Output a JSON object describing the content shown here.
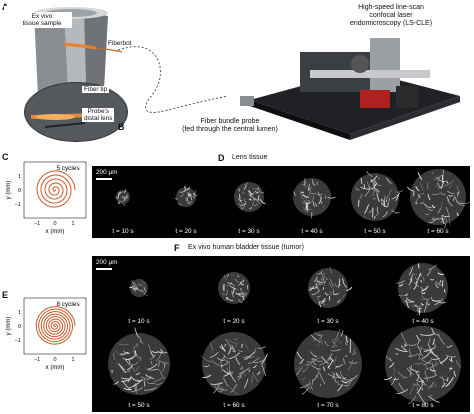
{
  "panels": {
    "a": "A",
    "b": "B",
    "c": "C",
    "d": "D",
    "e": "E",
    "f": "F"
  },
  "panel_a": {
    "ex_vivo_line1": "Ex vivo",
    "ex_vivo_line2": "tissue sample",
    "fiberbot": "Fiberbot",
    "fiber_tip": "Fiber tip",
    "probe_line1": "Probe's",
    "probe_line2": "distal lens",
    "system_line1": "High-speed line-scan",
    "system_line2": "confocal laser",
    "system_line3": "endomicroscopy (LS-CLE)",
    "fiber_bundle_line1": "Fiber bundle probe",
    "fiber_bundle_line2": "(fed through the central lumen)"
  },
  "panel_c": {
    "cycles": "5 cycles",
    "ylabel": "y (mm)",
    "xlabel": "x (mm)",
    "xticks": [
      "−1",
      "0",
      "1"
    ],
    "yticks": [
      "1",
      "0",
      "−1"
    ]
  },
  "panel_e": {
    "cycles": "8 cycles",
    "ylabel": "y (mm)",
    "xlabel": "x (mm)",
    "xticks": [
      "−1",
      "0",
      "1"
    ],
    "yticks": [
      "1",
      "0",
      "−1"
    ]
  },
  "panel_d": {
    "title": "Lens tissue",
    "scalebar": "200 μm",
    "times": [
      "t = 10 s",
      "t = 20 s",
      "t = 30 s",
      "t = 40 s",
      "t = 50 s",
      "t = 60 s"
    ]
  },
  "panel_f": {
    "title": "Ex vivo human bladder tissue (tumor)",
    "scalebar": "200 μm",
    "row1_times": [
      "t = 10 s",
      "t = 20 s",
      "t = 30 s",
      "t = 40 s"
    ],
    "row2_times": [
      "t = 50 s",
      "t = 60 s",
      "t = 70 s",
      "t = 80 s"
    ]
  },
  "colors": {
    "spiral": "#c8582a",
    "fiber": "#e8802a",
    "strip_bg": "#000000"
  }
}
